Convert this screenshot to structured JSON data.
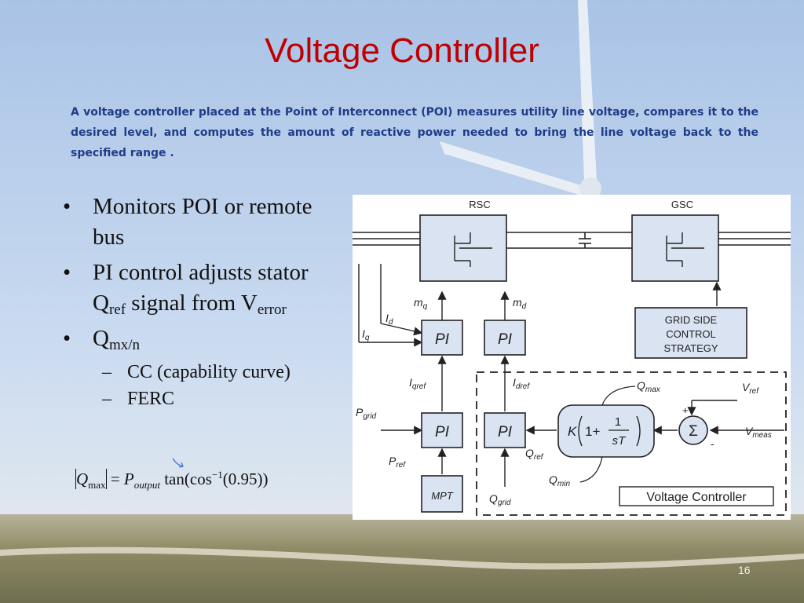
{
  "slide": {
    "title": "Voltage Controller",
    "intro": "A voltage controller placed at the Point of Interconnect (POI) measures utility line voltage, compares it to the desired level, and computes the amount of reactive power needed to bring the line voltage back to the specified range .",
    "page_number": "16"
  },
  "bullets": {
    "b1": "Monitors POI or remote bus",
    "b2_pre": "PI control adjusts stator Q",
    "b2_sub": "ref",
    "b2_mid": " signal from V",
    "b2_sub2": "error",
    "b3_pre": "Q",
    "b3_sub": "mx/n",
    "sub1": "CC (capability curve)",
    "sub2": "FERC"
  },
  "formula": {
    "q": "Q",
    "q_sub": "max",
    "eq": "=",
    "p": "P",
    "p_sub": "output",
    "tan": "tan(cos",
    "exp": "−1",
    "arg": "(0.95))"
  },
  "diagram": {
    "rsc": "RSC",
    "gsc": "GSC",
    "mq": "m",
    "mq_sub": "q",
    "md": "m",
    "md_sub": "d",
    "id": "I",
    "id_sub": "d",
    "iq": "I",
    "iq_sub": "q",
    "pi": "PI",
    "grid_side_1": "GRID SIDE",
    "grid_side_2": "CONTROL",
    "grid_side_3": "STRATEGY",
    "iqref": "I",
    "iqref_sub": "qref",
    "idref": "I",
    "idref_sub": "dref",
    "qmax": "Q",
    "qmax_sub": "max",
    "vref": "V",
    "vref_sub": "ref",
    "pgrid": "P",
    "pgrid_sub": "grid",
    "vmeas": "V",
    "vmeas_sub": "meas",
    "qref": "Q",
    "qref_sub": "ref",
    "pref": "P",
    "pref_sub": "ref",
    "qmin": "Q",
    "qmin_sub": "min",
    "mpt": "MPT",
    "qgrid": "Q",
    "qgrid_sub": "grid",
    "vc_label": "Voltage Controller",
    "tf_k": "K",
    "tf_one": "1+",
    "tf_num": "1",
    "tf_den": "sT",
    "sum": "Σ",
    "plus": "+",
    "minus": "-"
  },
  "colors": {
    "title": "#c00000",
    "intro": "#1f3c88",
    "block_fill": "#d9e3f1"
  }
}
